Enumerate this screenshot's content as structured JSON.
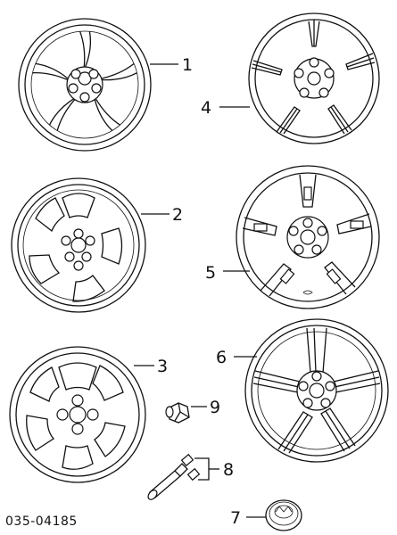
{
  "diagram": {
    "parts": [
      {
        "id": "1",
        "label": "1",
        "name": "wheel-five-spoke-twin"
      },
      {
        "id": "2",
        "label": "2",
        "name": "wheel-five-hole"
      },
      {
        "id": "3",
        "label": "3",
        "name": "wheel-five-hole-wide"
      },
      {
        "id": "4",
        "label": "4",
        "name": "wheel-split-spoke"
      },
      {
        "id": "5",
        "label": "5",
        "name": "wheel-split-spoke-alt"
      },
      {
        "id": "6",
        "label": "6",
        "name": "wheel-five-spoke-slim"
      },
      {
        "id": "7",
        "label": "7",
        "name": "center-cap"
      },
      {
        "id": "8",
        "label": "8",
        "name": "valve-stem"
      },
      {
        "id": "9",
        "label": "9",
        "name": "lug-nut"
      }
    ],
    "code": "035-04185",
    "colors": {
      "line": "#111111",
      "background": "#ffffff"
    }
  }
}
